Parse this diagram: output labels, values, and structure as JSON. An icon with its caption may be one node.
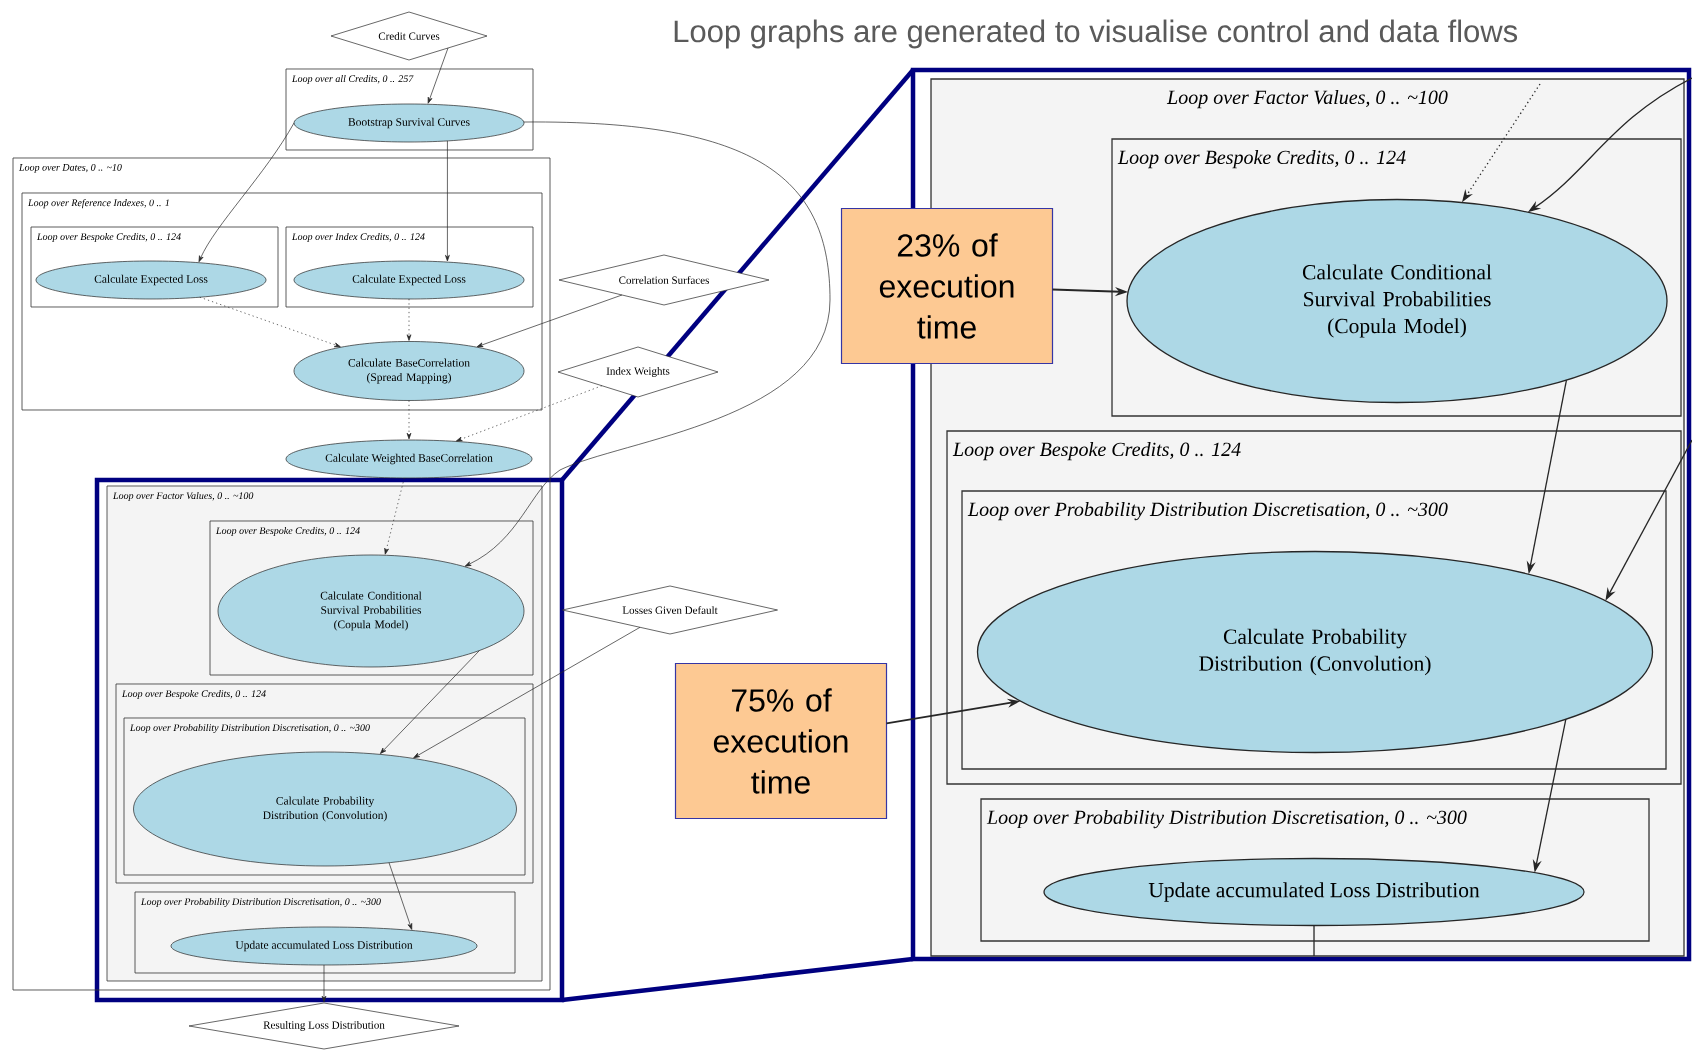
{
  "diagram": {
    "title": "Loop graphs are generated to visualise control and data flows",
    "nodes": [
      {
        "text": [
          "Credit Curves"
        ]
      },
      {
        "text": [
          "Loop over all Credits, 0 .. 257"
        ]
      },
      {
        "text": [
          "Bootstrap Survival Curves"
        ],
        "in": 1
      },
      {
        "text": [
          "Loop over Dates, 0 .. ~10"
        ]
      },
      {
        "text": [
          "Loop over Reference Indexes, 0 .. 1"
        ],
        "in": 3
      },
      {
        "text": [
          "Loop over Bespoke Credits, 0 .. 124"
        ],
        "in": 4
      },
      {
        "text": [
          "Calculate Expected Loss"
        ],
        "in": 5
      },
      {
        "text": [
          "Loop over Index Credits, 0 .. 124"
        ],
        "in": 4
      },
      {
        "text": [
          "Calculate Expected Loss"
        ],
        "in": 7
      },
      {
        "text": [
          "Correlation Surfaces"
        ]
      },
      {
        "text": [
          "Calculate BaseCorrelation (Spread Mapping)"
        ],
        "in": 4
      },
      {
        "text": [
          "Index Weights"
        ]
      },
      {
        "text": [
          "Calculate Weighted BaseCorrelation"
        ],
        "in": 3
      },
      {
        "text": [
          "Loop over Factor Values, 0 .. ~100"
        ],
        "in": 3
      },
      {
        "text": [
          "Loop over Bespoke Credits, 0 .. 124"
        ],
        "in": 13
      },
      {
        "text": [
          "Calculate Conditional Survival Probabilities (Copula Model)"
        ],
        "in": 14
      },
      {
        "text": [
          "Losses Given Default"
        ]
      },
      {
        "text": [
          "Loop over Bespoke Credits, 0 .. 124"
        ],
        "in": 13
      },
      {
        "text": [
          "Loop over Probability Distribution Discretisation, 0 .. ~300"
        ],
        "in": 17
      },
      {
        "text": [
          "Calculate Probability Distribution (Convolution)"
        ],
        "in": 18
      },
      {
        "text": [
          "Loop over Probability Distribution Discretisation, 0 .. ~300"
        ],
        "in": 13
      },
      {
        "text": [
          "Update accumulated Loss Distribution"
        ],
        "in": 20
      },
      {
        "text": [
          "Resulting Loss Distribution"
        ]
      },
      {
        "text": [
          "Loop over Factor Values, 0 .. ~100"
        ]
      },
      {
        "text": [
          "Loop over Bespoke Credits, 0 .. 124"
        ],
        "in": 23
      },
      {
        "text": [
          "Calculate Conditional Survival Probabilities (Copula Model)"
        ],
        "in": 24
      },
      {
        "text": [
          "23% of execution time"
        ]
      },
      {
        "text": [
          "Loop over Bespoke Credits, 0 .. 124"
        ],
        "in": 23
      },
      {
        "text": [
          "Loop over Probability Distribution Discretisation, 0 .. ~300"
        ],
        "in": 27
      },
      {
        "text": [
          "Calculate Probability Distribution (Convolution)"
        ],
        "in": 28
      },
      {
        "text": [
          "75% of execution time"
        ]
      },
      {
        "text": [
          "Loop over Probability Distribution Discretisation, 0 .. ~300"
        ],
        "in": 23
      },
      {
        "text": [
          "Update accumulated Loss Distribution"
        ],
        "in": 31
      }
    ],
    "edges": [
      {
        "from": 0,
        "to": 2,
        "arrow": "to"
      },
      {
        "from": 2,
        "to": 6,
        "arrow": "to"
      },
      {
        "from": 2,
        "to": 8,
        "arrow": "to"
      },
      {
        "from": 6,
        "to": 10,
        "arrow": "to",
        "style": "dashed"
      },
      {
        "from": 8,
        "to": 10,
        "arrow": "to",
        "style": "dashed"
      },
      {
        "from": 9,
        "to": 10,
        "arrow": "to"
      },
      {
        "from": 10,
        "to": 12,
        "arrow": "to",
        "style": "dashed"
      },
      {
        "from": 11,
        "to": 12,
        "arrow": "to",
        "style": "dashed"
      },
      {
        "from": 12,
        "to": 15,
        "arrow": "to",
        "style": "dashed"
      },
      {
        "from": 2,
        "to": 15,
        "arrow": "to"
      },
      {
        "from": 15,
        "to": 19,
        "arrow": "to"
      },
      {
        "from": 16,
        "to": 19,
        "arrow": "to"
      },
      {
        "from": 19,
        "to": 21,
        "arrow": "to"
      },
      {
        "from": 21,
        "to": 22,
        "arrow": "to"
      },
      {
        "from": 26,
        "to": 25,
        "arrow": "to"
      },
      {
        "from": 30,
        "to": 29,
        "arrow": "to"
      },
      {
        "from": null,
        "to": 25,
        "arrow": "to",
        "style": "dashed"
      },
      {
        "from": null,
        "to": 25,
        "arrow": "to"
      },
      {
        "from": 25,
        "to": 29,
        "arrow": "to"
      },
      {
        "from": null,
        "to": 29,
        "arrow": "to"
      },
      {
        "from": 29,
        "to": 32,
        "arrow": "to"
      },
      {
        "from": 32,
        "to": null,
        "arrow": "none"
      }
    ]
  }
}
